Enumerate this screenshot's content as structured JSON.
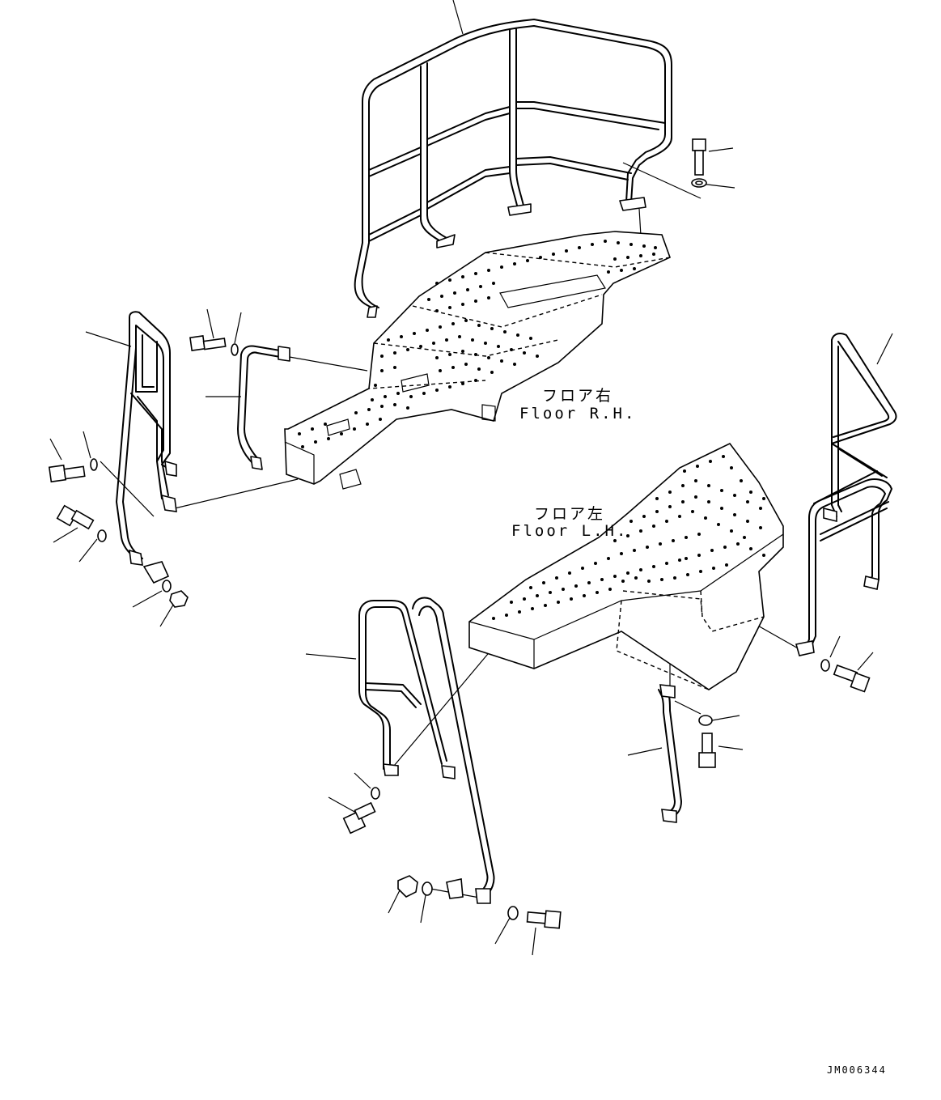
{
  "labels": {
    "floor_rh_jp": "フロア右",
    "floor_rh_en": "Floor R.H.",
    "floor_lh_jp": "フロア左",
    "floor_lh_en": "Floor L.H."
  },
  "drawing_code": "JM006344",
  "icons": [
    "handrail",
    "floor-plate",
    "bolt",
    "washer",
    "nut",
    "bracket"
  ]
}
